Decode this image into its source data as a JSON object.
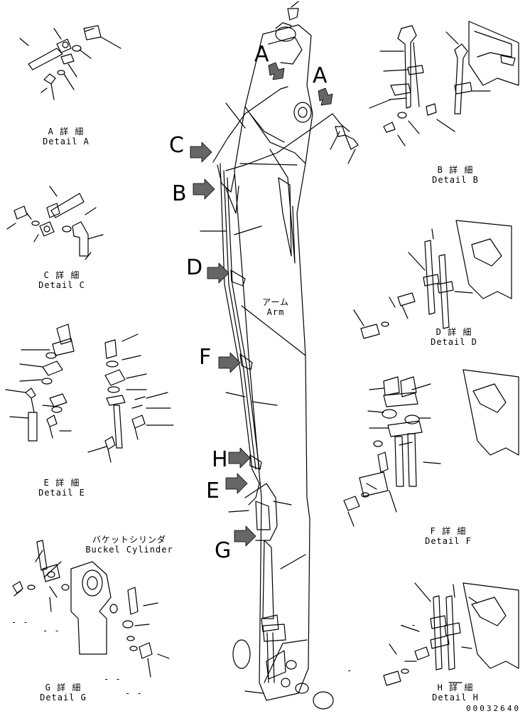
{
  "details": {
    "a": {
      "jp": "A 詳 細",
      "en": "Detail A"
    },
    "b": {
      "jp": "B 詳 細",
      "en": "Detail B"
    },
    "c": {
      "jp": "C 詳 細",
      "en": "Detail C"
    },
    "d": {
      "jp": "D 詳 細",
      "en": "Detail D"
    },
    "e": {
      "jp": "E 詳 細",
      "en": "Detail E"
    },
    "f": {
      "jp": "F 詳 細",
      "en": "Detail F"
    },
    "g": {
      "jp": "G 詳 細",
      "en": "Detail G"
    },
    "h": {
      "jp": "H 詳 細",
      "en": "Detail H"
    }
  },
  "arm": {
    "jp": "アーム",
    "en": "Arm"
  },
  "bucket_cylinder": {
    "jp": "バケットシリンダ",
    "en": "Buckel Cylinder"
  },
  "view_letters": {
    "a1": "A",
    "a2": "A",
    "b": "B",
    "c": "C",
    "d": "D",
    "e": "E",
    "f": "F",
    "g": "G",
    "h": "H"
  },
  "dashes": {
    "d1": "- -",
    "d2": "- -",
    "d3": "- -",
    "d4": "- -",
    "d5": "- -",
    "d6": "-"
  },
  "figure_number": "00032640"
}
